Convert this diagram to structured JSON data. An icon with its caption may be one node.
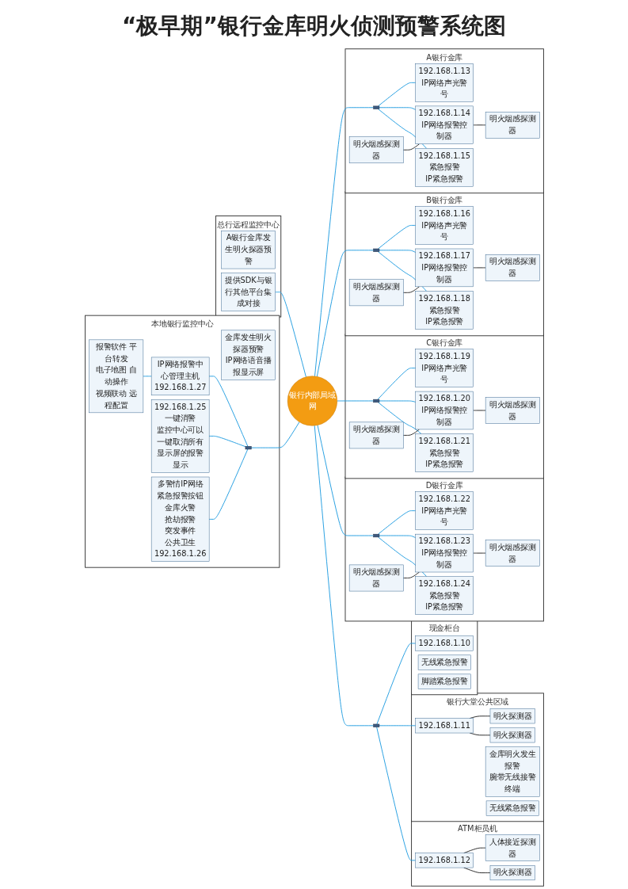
{
  "diagram": {
    "title": "“极早期”银行金库明火侦测预警系统图",
    "nodes": [
      {
        "text": [
          "本地银行监控中心"
        ]
      },
      {
        "text": [
          "金库发生明火探器预警",
          "IP网络语音播报显示屏"
        ],
        "in": 0
      },
      {
        "text": [
          "报警软件 平台转发",
          "电子地图 自动操作",
          "视频联动 远程配置"
        ],
        "in": 0
      },
      {
        "text": [
          "IP网络报警中心管理主机",
          "192.168.1.27"
        ],
        "in": 0
      },
      {
        "text": [
          "192.168.1.25",
          "一键消警",
          "监控中心可以一键取消所有显示屏的报警显示"
        ],
        "in": 0
      },
      {
        "text": [
          "多警情IP网络紧急报警按钮",
          "金库火警",
          "抢劫报警",
          "突发事件",
          "公共卫生",
          "192.168.1.26"
        ],
        "in": 0
      },
      {
        "text": [],
        "shape": "box",
        "in": 0
      },
      {
        "text": [
          "总行远程监控中心"
        ]
      },
      {
        "text": [
          "A银行金库发生明火探器预警"
        ],
        "in": 7
      },
      {
        "text": [
          "提供SDK与银行其他平台集成对接"
        ],
        "in": 7
      },
      {
        "text": [
          "银行内部局域网"
        ]
      },
      {
        "text": [
          "A银行金库"
        ]
      },
      {
        "text": [],
        "shape": "box",
        "in": 11
      },
      {
        "text": [
          "192.168.1.13",
          "IP网络声光警号"
        ],
        "in": 11
      },
      {
        "text": [
          "明火烟感探测器"
        ],
        "in": 11
      },
      {
        "text": [
          "192.168.1.14",
          "IP网络报警控制器"
        ],
        "in": 11
      },
      {
        "text": [
          "明火烟感探测器"
        ],
        "in": 11
      },
      {
        "text": [
          "192.168.1.15",
          "紧急报警",
          "IP紧急报警"
        ],
        "in": 11
      },
      {
        "text": [
          "B银行金库"
        ]
      },
      {
        "text": [],
        "shape": "box",
        "in": 18
      },
      {
        "text": [
          "192.168.1.16",
          "IP网络声光警号"
        ],
        "in": 18
      },
      {
        "text": [
          "明火烟感探测器"
        ],
        "in": 18
      },
      {
        "text": [
          "192.168.1.17",
          "IP网络报警控制器"
        ],
        "in": 18
      },
      {
        "text": [
          "明火烟感探测器"
        ],
        "in": 18
      },
      {
        "text": [
          "192.168.1.18",
          "紧急报警",
          "IP紧急报警"
        ],
        "in": 18
      },
      {
        "text": [
          "C银行金库"
        ]
      },
      {
        "text": [],
        "shape": "box",
        "in": 25
      },
      {
        "text": [
          "192.168.1.19",
          "IP网络声光警号"
        ],
        "in": 25
      },
      {
        "text": [
          "明火烟感探测器"
        ],
        "in": 25
      },
      {
        "text": [
          "192.168.1.20",
          "IP网络报警控制器"
        ],
        "in": 25
      },
      {
        "text": [
          "明火烟感探测器"
        ],
        "in": 25
      },
      {
        "text": [
          "192.168.1.21",
          "紧急报警",
          "IP紧急报警"
        ],
        "in": 25
      },
      {
        "text": [
          "D银行金库"
        ]
      },
      {
        "text": [],
        "shape": "box",
        "in": 32
      },
      {
        "text": [
          "192.168.1.22",
          "IP网络声光警号"
        ],
        "in": 32
      },
      {
        "text": [
          "明火烟感探测器"
        ],
        "in": 32
      },
      {
        "text": [
          "192.168.1.23",
          "IP网络报警控制器"
        ],
        "in": 32
      },
      {
        "text": [
          "明火烟感探测器"
        ],
        "in": 32
      },
      {
        "text": [
          "192.168.1.24",
          "紧急报警",
          "IP紧急报警"
        ],
        "in": 32
      },
      {
        "text": [],
        "shape": "box"
      },
      {
        "text": [
          "现金柜台"
        ]
      },
      {
        "text": [
          "192.168.1.10"
        ],
        "in": 40
      },
      {
        "text": [
          "无线紧急报警"
        ],
        "in": 40
      },
      {
        "text": [
          "脚踏紧急报警"
        ],
        "in": 40
      },
      {
        "text": [
          "银行大堂公共区域"
        ]
      },
      {
        "text": [
          "192.168.1.11"
        ],
        "in": 44
      },
      {
        "text": [
          "明火探测器"
        ],
        "in": 44
      },
      {
        "text": [
          "明火探测器"
        ],
        "in": 44
      },
      {
        "text": [
          "金库明火发生报警",
          "腕带无线接警终端"
        ],
        "in": 44
      },
      {
        "text": [
          "无线紧急报警"
        ],
        "in": 44
      },
      {
        "text": [
          "ATM柜员机"
        ]
      },
      {
        "text": [
          "192.168.1.12"
        ],
        "in": 50
      },
      {
        "text": [
          "人体接近探测器"
        ],
        "in": 50
      },
      {
        "text": [
          "明火探测器"
        ],
        "in": 50
      }
    ],
    "edges": [
      {
        "from": 2,
        "to": 3,
        "arrow": "none"
      },
      {
        "from": 3,
        "to": 6,
        "arrow": "none"
      },
      {
        "from": 4,
        "to": 6,
        "arrow": "none"
      },
      {
        "from": 5,
        "to": 6,
        "arrow": "none"
      },
      {
        "from": 6,
        "to": 10,
        "arrow": "none"
      },
      {
        "from": 9,
        "to": 10,
        "arrow": "none"
      },
      {
        "from": 10,
        "to": 12,
        "arrow": "none"
      },
      {
        "from": 12,
        "to": 13,
        "arrow": "none"
      },
      {
        "from": 12,
        "to": 15,
        "arrow": "none"
      },
      {
        "from": 12,
        "to": 17,
        "arrow": "none"
      },
      {
        "from": 14,
        "to": 15,
        "arrow": "none",
        "color": "#222222"
      },
      {
        "from": 15,
        "to": 16,
        "arrow": "none",
        "color": "#222222"
      },
      {
        "from": 10,
        "to": 19,
        "arrow": "none"
      },
      {
        "from": 19,
        "to": 20,
        "arrow": "none"
      },
      {
        "from": 19,
        "to": 22,
        "arrow": "none"
      },
      {
        "from": 19,
        "to": 24,
        "arrow": "none"
      },
      {
        "from": 21,
        "to": 22,
        "arrow": "none",
        "color": "#222222"
      },
      {
        "from": 22,
        "to": 23,
        "arrow": "none",
        "color": "#222222"
      },
      {
        "from": 10,
        "to": 26,
        "arrow": "none"
      },
      {
        "from": 26,
        "to": 27,
        "arrow": "none"
      },
      {
        "from": 26,
        "to": 29,
        "arrow": "none"
      },
      {
        "from": 26,
        "to": 31,
        "arrow": "none"
      },
      {
        "from": 28,
        "to": 29,
        "arrow": "none",
        "color": "#222222"
      },
      {
        "from": 29,
        "to": 30,
        "arrow": "none",
        "color": "#222222"
      },
      {
        "from": 10,
        "to": 33,
        "arrow": "none"
      },
      {
        "from": 33,
        "to": 34,
        "arrow": "none"
      },
      {
        "from": 33,
        "to": 36,
        "arrow": "none"
      },
      {
        "from": 33,
        "to": 38,
        "arrow": "none"
      },
      {
        "from": 35,
        "to": 36,
        "arrow": "none",
        "color": "#222222"
      },
      {
        "from": 36,
        "to": 37,
        "arrow": "none",
        "color": "#222222"
      },
      {
        "from": 10,
        "to": 39,
        "arrow": "none"
      },
      {
        "from": 39,
        "to": 41,
        "arrow": "none"
      },
      {
        "from": 39,
        "to": 45,
        "arrow": "none"
      },
      {
        "from": 45,
        "to": 46,
        "arrow": "none",
        "color": "#222222"
      },
      {
        "from": 45,
        "to": 47,
        "arrow": "none",
        "color": "#222222"
      },
      {
        "from": 39,
        "to": 51,
        "arrow": "none"
      },
      {
        "from": 51,
        "to": 52,
        "arrow": "none",
        "color": "#222222"
      },
      {
        "from": 51,
        "to": 53,
        "arrow": "none",
        "color": "#222222"
      }
    ]
  }
}
